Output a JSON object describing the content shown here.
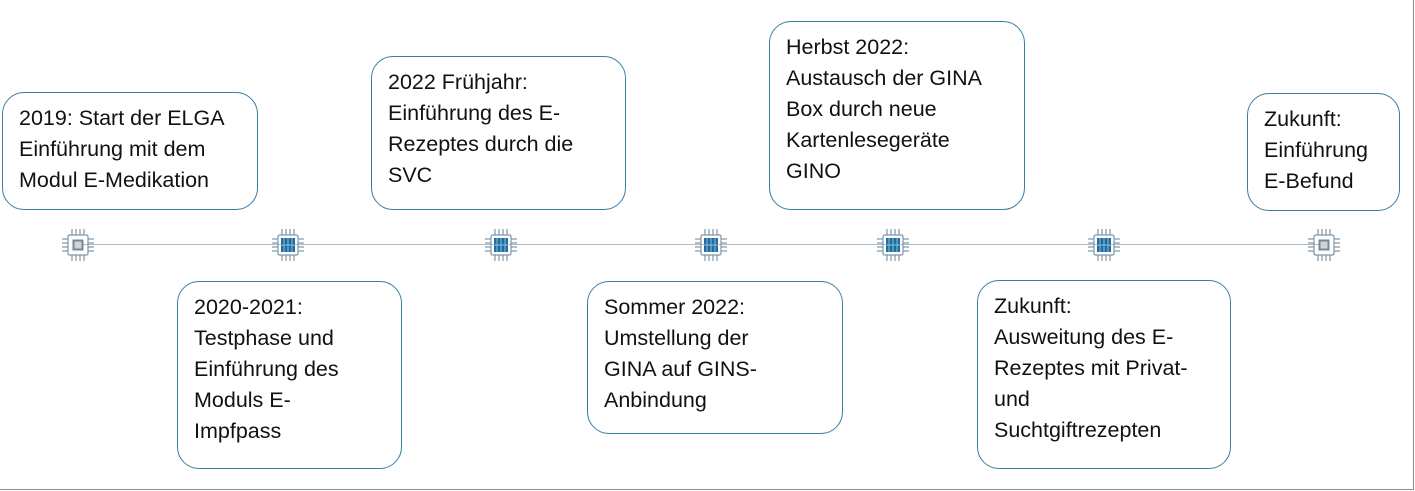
{
  "colors": {
    "box_border": "#3a7ea4",
    "line": "#a8bfd0",
    "chip_pins": "#7f96aa",
    "chip_core_blue": "#1f6e9f",
    "chip_core_gray": "#7b8790"
  },
  "icons": {
    "chip": "microchip-icon"
  },
  "timeline": {
    "events": [
      {
        "text": "2019: Start der ELGA\nEinführung mit dem\nModul E-Medikation"
      },
      {
        "text": "2020-2021:\nTestphase und\nEinführung des\nModuls E-\nImpfpass"
      },
      {
        "text": "2022 Frühjahr:\nEinführung des E-\nRezeptes durch die\nSVC"
      },
      {
        "text": "Sommer 2022:\nUmstellung der\nGINA auf GINS-\nAnbindung"
      },
      {
        "text": "Herbst 2022:\nAustausch der GINA\nBox durch neue\nKartenlesegeräte\nGINO"
      },
      {
        "text": "Zukunft:\nAusweitung des E-\nRezeptes mit Privat-\nund\nSuchtgiftrezepten"
      },
      {
        "text": "Zukunft:\nEinführung\nE-Befund"
      }
    ]
  }
}
